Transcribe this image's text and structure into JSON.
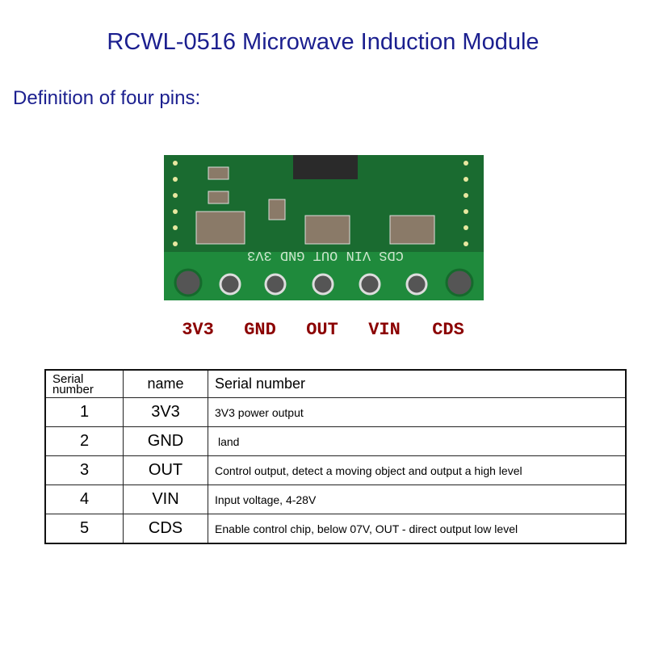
{
  "title": "RCWL-0516 Microwave Induction Module",
  "subtitle": "Definition of four pins:",
  "board_silkscreen": "CDS VIN OUT GND 3V3",
  "pin_labels": [
    "3V3",
    "GND",
    "OUT",
    "VIN",
    "CDS"
  ],
  "table": {
    "headers": [
      "Serial number",
      "name",
      "Serial number"
    ],
    "rows": [
      {
        "num": "1",
        "name": "3V3",
        "desc": "3V3 power output"
      },
      {
        "num": "2",
        "name": "GND",
        "desc": "land"
      },
      {
        "num": "3",
        "name": "OUT",
        "desc": "Control output, detect a moving object and output a high level"
      },
      {
        "num": "4",
        "name": "VIN",
        "desc": "Input voltage, 4-28V"
      },
      {
        "num": "5",
        "name": "CDS",
        "desc": "Enable control chip, below 07V, OUT - direct output low level"
      }
    ]
  }
}
